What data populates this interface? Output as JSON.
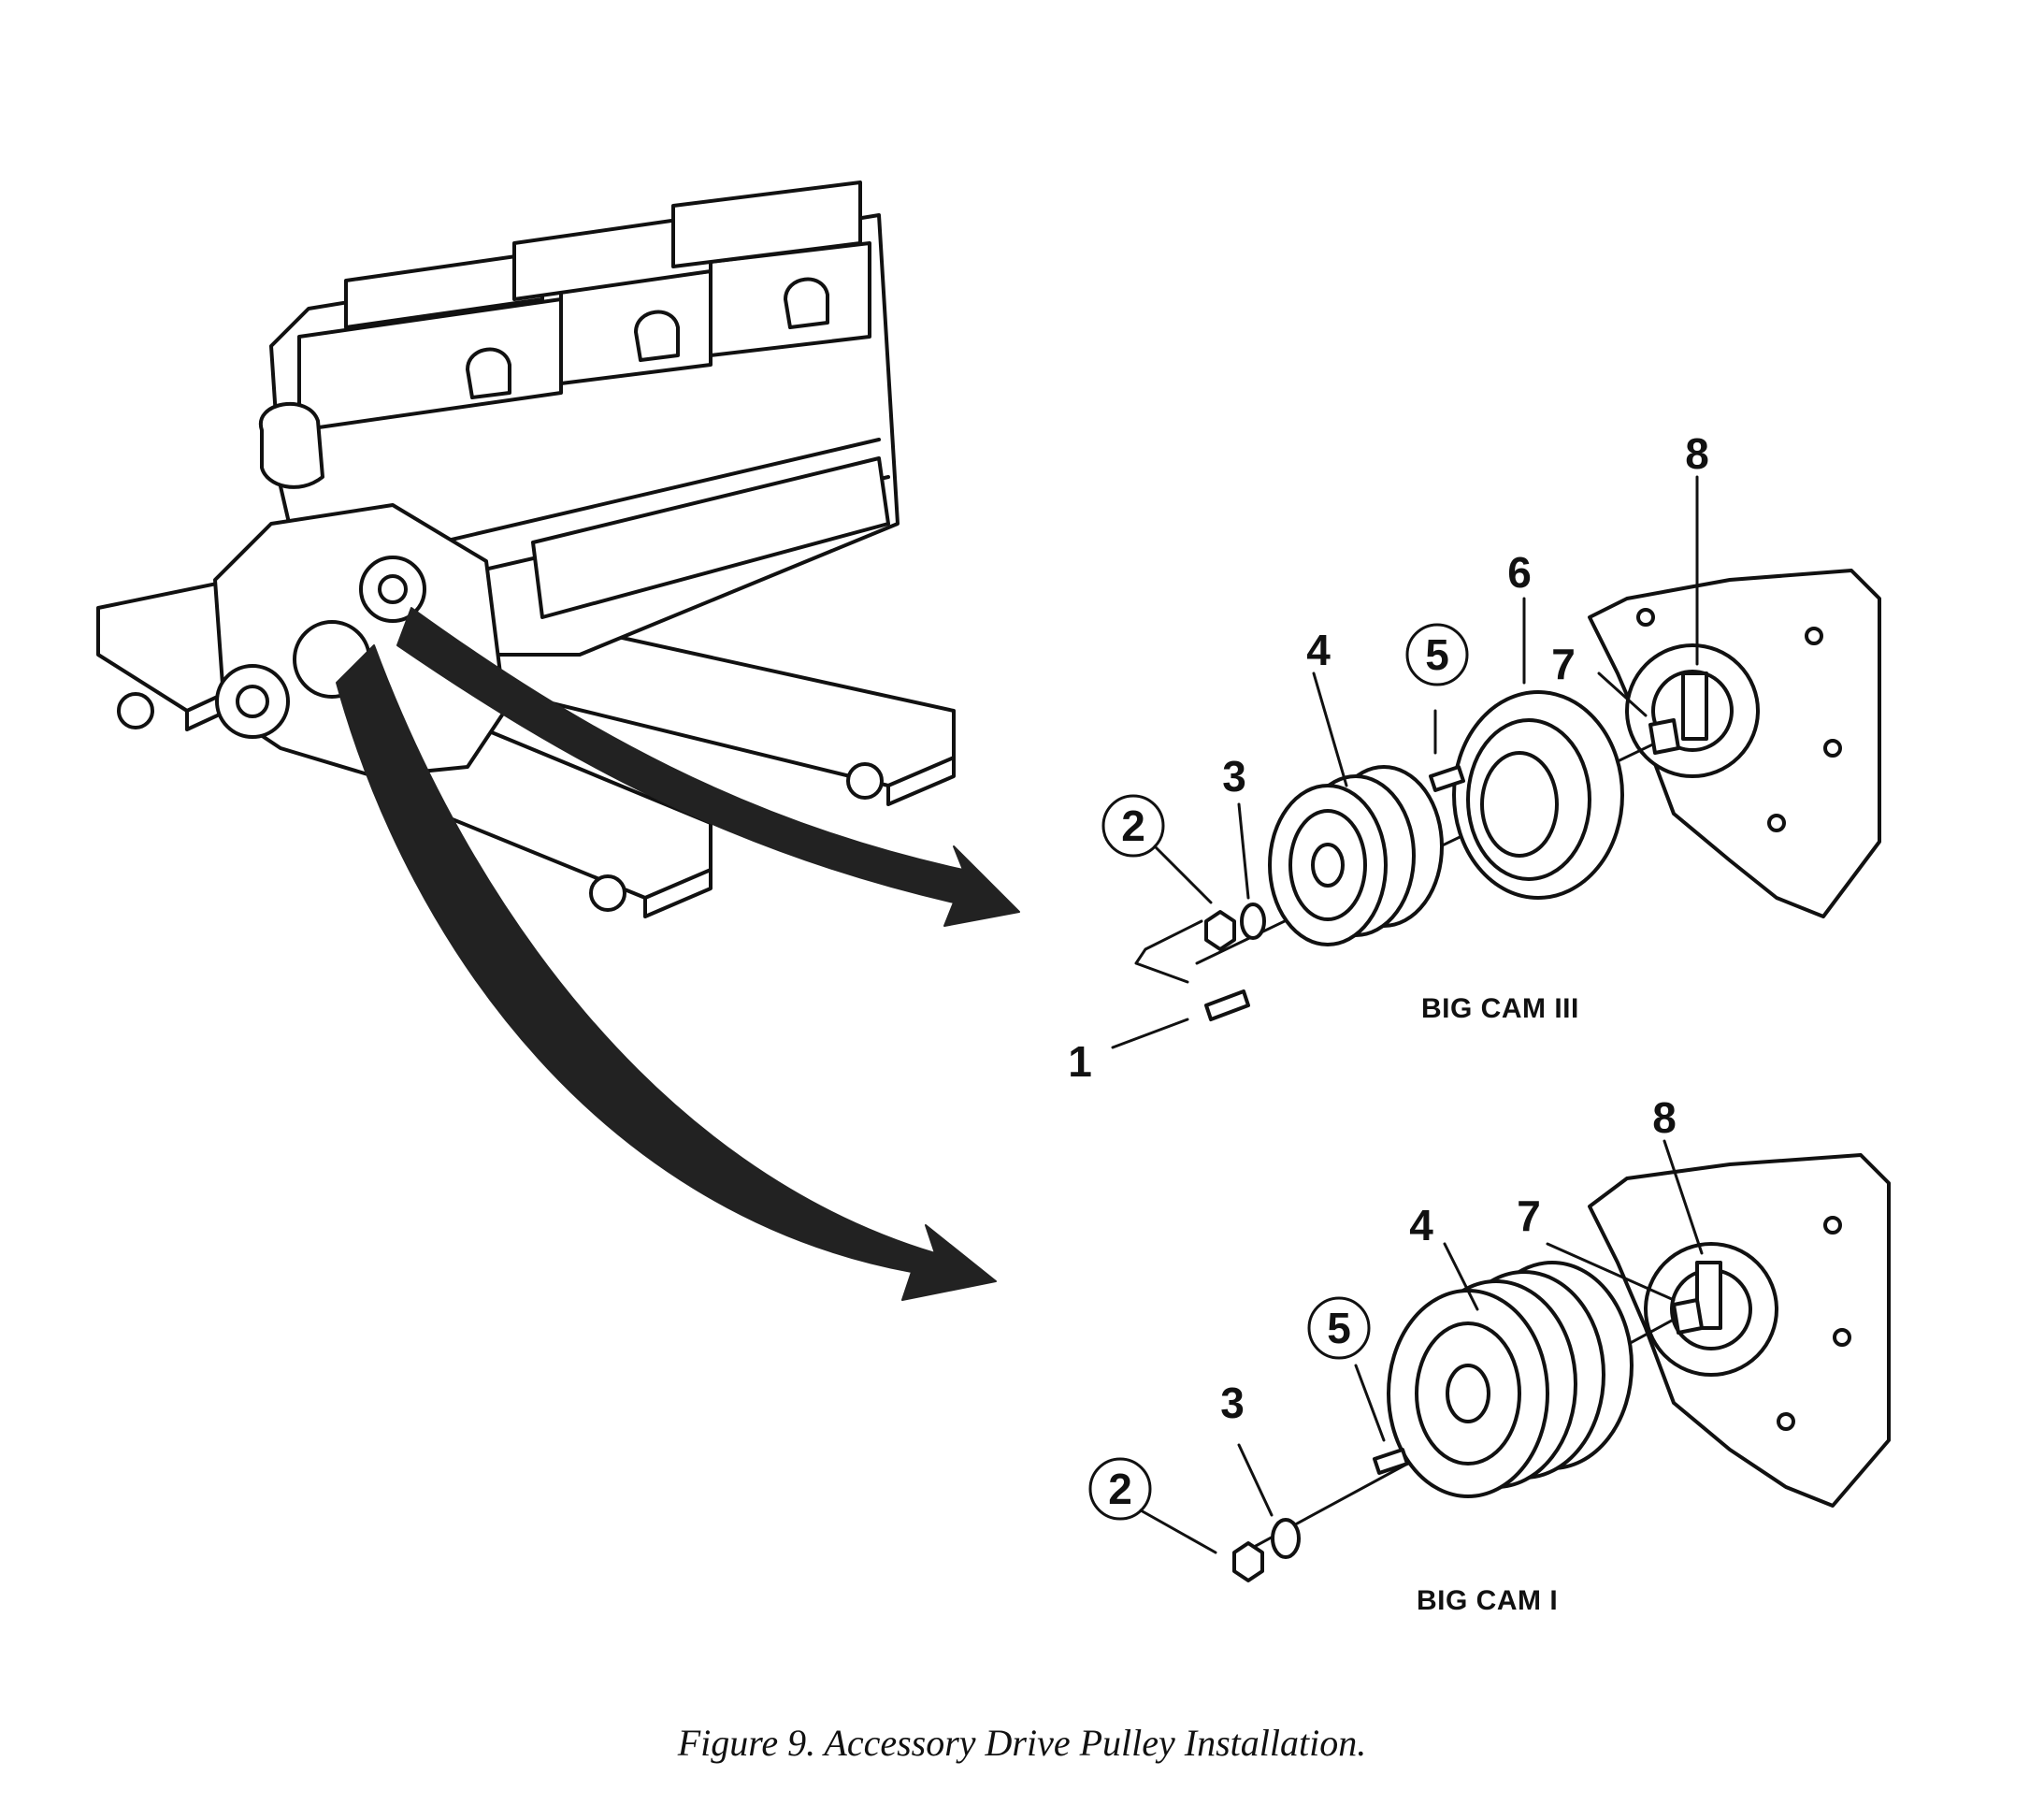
{
  "figure": {
    "caption": "Figure 9.  Accessory Drive Pulley Installation.",
    "variants": {
      "upper": "BIG CAM III",
      "lower": "BIG CAM I"
    },
    "callouts_upper": {
      "c1": "1",
      "c2": "2",
      "c3": "3",
      "c4": "4",
      "c5": "5",
      "c6": "6",
      "c7": "7",
      "c8": "8"
    },
    "callouts_lower": {
      "c2": "2",
      "c3": "3",
      "c4": "4",
      "c5": "5",
      "c7": "7",
      "c8": "8"
    }
  }
}
